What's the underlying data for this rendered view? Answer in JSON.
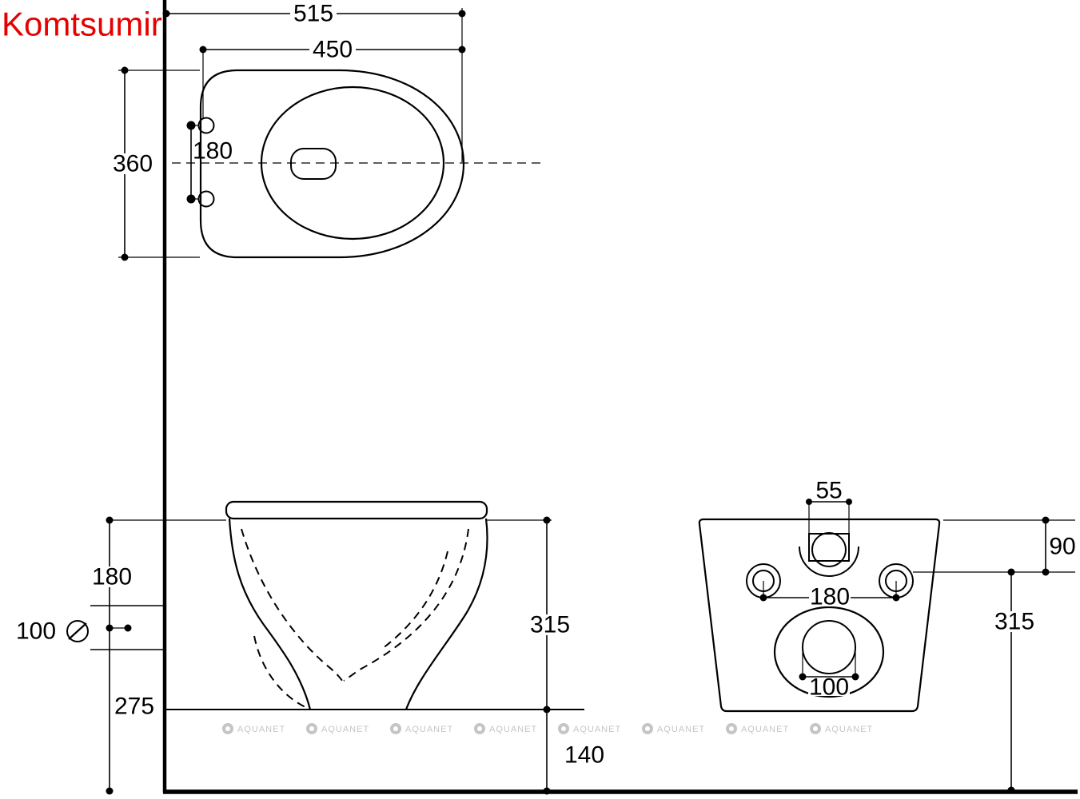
{
  "brand": {
    "name": "Komtsumir",
    "color": "#e60000"
  },
  "watermark": {
    "label": "AQUANET",
    "count": 8
  },
  "views": {
    "top": {
      "dims": {
        "total_depth": "515",
        "bowl_depth": "450",
        "width": "360",
        "hole_spacing": "180"
      }
    },
    "side": {
      "dims": {
        "rim_to_drain": "180",
        "drain_diameter": "100",
        "drain_height": "275",
        "body_height": "315",
        "bottom_clearance": "140"
      }
    },
    "rear": {
      "dims": {
        "inlet_width": "55",
        "top_to_holes": "90",
        "hole_spacing": "180",
        "height": "315",
        "drain_width": "100"
      }
    }
  }
}
